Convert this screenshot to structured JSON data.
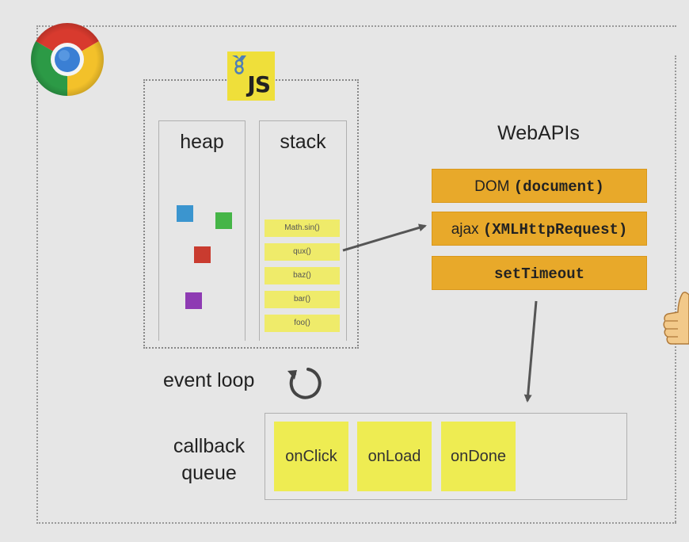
{
  "engine": {
    "logo_text": "JS",
    "heap_title": "heap",
    "stack_title": "stack",
    "heap_objects": [
      {
        "color": "#3b95cf"
      },
      {
        "color": "#45b547"
      },
      {
        "color": "#c93b2f"
      },
      {
        "color": "#8e3bb3"
      }
    ],
    "stack_frames": [
      "Math.sin()",
      "qux()",
      "baz()",
      "bar()",
      "foo()"
    ],
    "frame_color": "#efeb6a"
  },
  "webapis": {
    "title": "WebAPIs",
    "items": [
      {
        "prefix": "DOM ",
        "code": "(document)"
      },
      {
        "prefix": "ajax ",
        "code": "(XMLHttpRequest)"
      },
      {
        "prefix": "",
        "code": "setTimeout"
      }
    ],
    "color": "#e8a92a"
  },
  "event_loop": {
    "label": "event loop",
    "icon": "refresh-icon"
  },
  "callback_queue": {
    "label_line1": "callback",
    "label_line2": "queue",
    "items": [
      "onClick",
      "onLoad",
      "onDone"
    ],
    "color": "#eeec52"
  },
  "icons": {
    "browser_logo": "chrome-logo-icon",
    "engine_logo": "v8-js-logo-icon",
    "thumb": "thumbs-up-icon"
  }
}
